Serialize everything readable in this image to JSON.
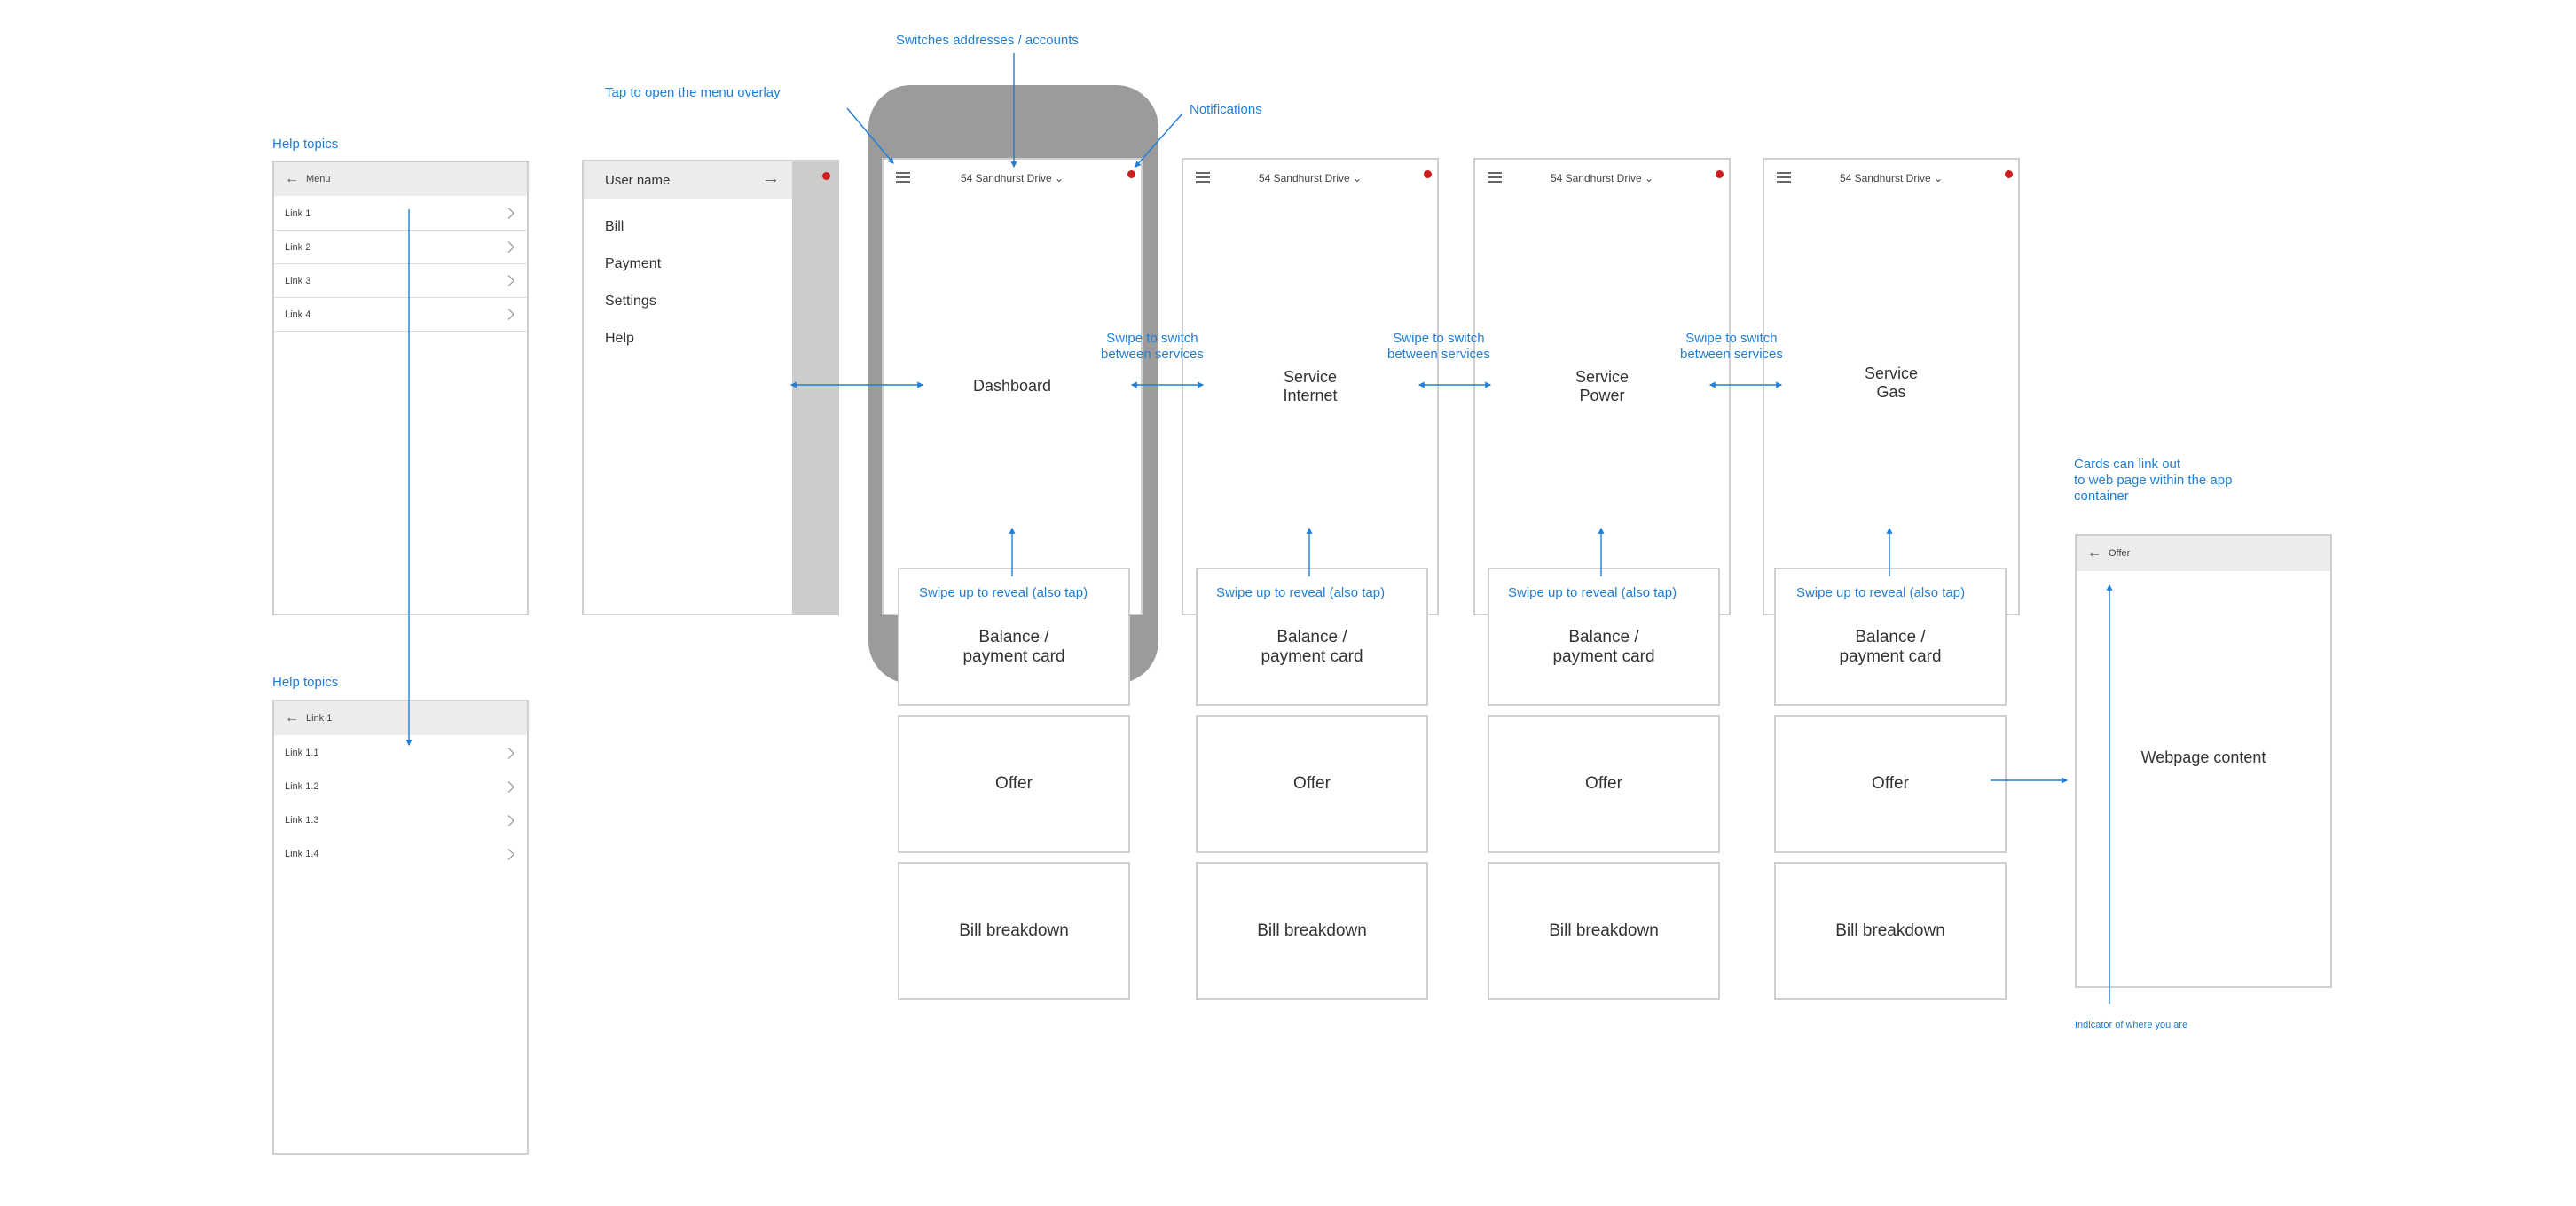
{
  "annotations": {
    "help_topics_1": "Help topics",
    "help_topics_2": "Help topics",
    "tap_menu": "Tap to open the menu overlay",
    "switches": "Switches addresses / accounts",
    "notifications": "Notifications",
    "swipe_services": "Swipe to switch\nbetween services",
    "swipe_up": "Swipe up to reveal (also tap)",
    "cards_link": "Cards can link out\nto web page within the app\ncontainer",
    "indicator": "Indicator of where you are"
  },
  "help_menu": {
    "title": "Menu",
    "links": [
      "Link 1",
      "Link 2",
      "Link 3",
      "Link 4"
    ]
  },
  "help_sub": {
    "title": "Link 1",
    "links": [
      "Link 1.1",
      "Link 1.2",
      "Link 1.3",
      "Link 1.4"
    ]
  },
  "menu_overlay": {
    "user_name": "User name",
    "items": [
      "Bill",
      "Payment",
      "Settings",
      "Help"
    ]
  },
  "topbar": {
    "address": "54 Sandhurst Drive"
  },
  "screens": [
    {
      "title": "Dashboard"
    },
    {
      "title": "Service\nInternet"
    },
    {
      "title": "Service\nPower"
    },
    {
      "title": "Service\nGas"
    }
  ],
  "cards": {
    "balance": "Balance /\npayment card",
    "offer": "Offer",
    "bill": "Bill breakdown"
  },
  "webpage": {
    "title": "Offer",
    "content": "Webpage content"
  },
  "colors": {
    "annotation": "#1f7ed6",
    "border": "#cfcfcf",
    "phone_frame": "#9b9b9b",
    "notification": "#cc1e1e"
  }
}
